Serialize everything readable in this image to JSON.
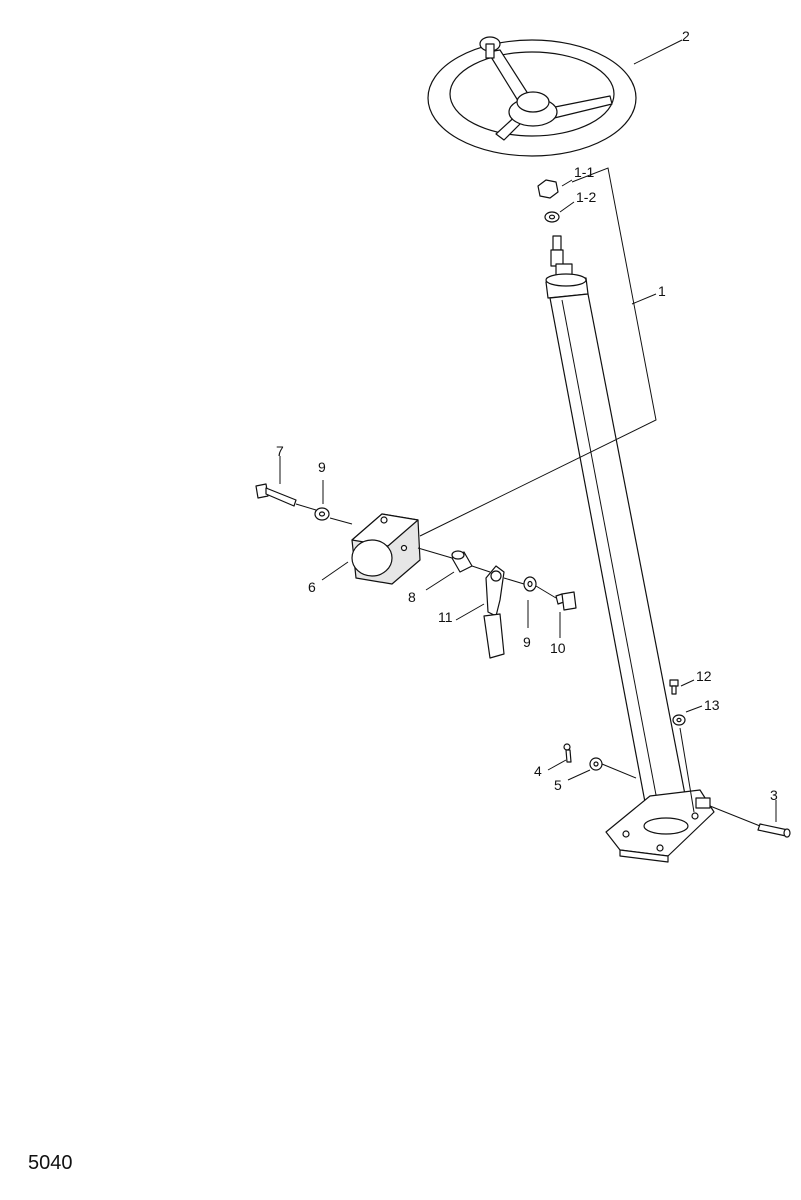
{
  "diagram": {
    "callouts": {
      "steering_wheel": "2",
      "cap_nut": "1-1",
      "washer_top": "1-2",
      "steering_column": "1",
      "bolt_left": "7",
      "washer_left": "9",
      "bracket_block": "6",
      "bushing": "8",
      "lever": "11",
      "washer_right": "9",
      "bolt_right": "10",
      "screw_small": "12",
      "washer_small": "13",
      "cotter_pin": "4",
      "washer_base": "5",
      "pin_base": "3"
    }
  },
  "page_number": "5040"
}
